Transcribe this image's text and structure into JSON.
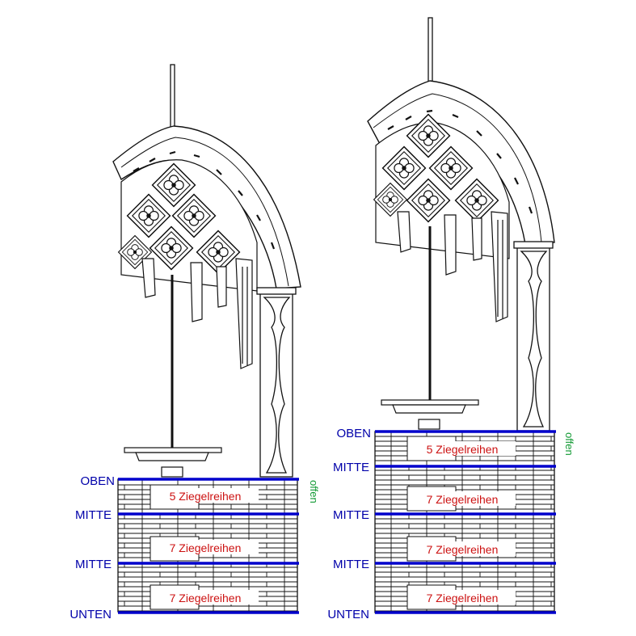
{
  "colors": {
    "line": "#111111",
    "level_line": "#0000cc",
    "level_text": "#0000aa",
    "course_text": "#cc1111",
    "open_text": "#119933"
  },
  "left": {
    "labels": {
      "top": "OBEN",
      "mid1": "MITTE",
      "mid2": "MITTE",
      "bottom": "UNTEN"
    },
    "courses": [
      "5 Ziegelreihen",
      "7 Ziegelreihen",
      "7 Ziegelreihen"
    ],
    "open": "offen"
  },
  "right": {
    "labels": {
      "top": "OBEN",
      "mid1": "MITTE",
      "mid2": "MITTE",
      "mid3": "MITTE",
      "bottom": "UNTEN"
    },
    "courses": [
      "5 Ziegelreihen",
      "7 Ziegelreihen",
      "7 Ziegelreihen",
      "7 Ziegelreihen"
    ],
    "open": "offen"
  }
}
